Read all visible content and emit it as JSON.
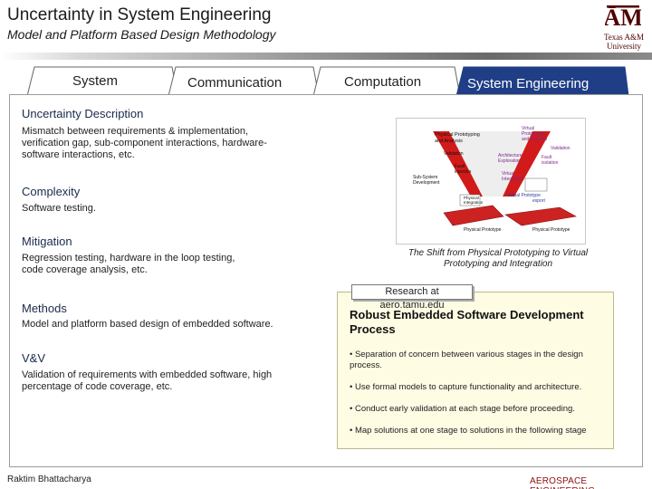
{
  "header": {
    "title": "Uncertainty in System Engineering",
    "subtitle": "Model and Platform Based Design Methodology",
    "logo_line1": "Texas A&M",
    "logo_line2": "University"
  },
  "tabs": [
    {
      "label": "System",
      "active": false
    },
    {
      "label": "Communication",
      "active": false
    },
    {
      "label": "Computation",
      "active": false
    },
    {
      "label": "System Engineering",
      "active": true
    }
  ],
  "sections": {
    "uncertainty": {
      "heading": "Uncertainty Description",
      "body": [
        "Mismatch between requirements & implementation,",
        "verification gap, sub-component interactions, hardware-",
        "software interactions, etc."
      ]
    },
    "complexity": {
      "heading": "Complexity",
      "body": [
        "Software testing."
      ]
    },
    "mitigation": {
      "heading": "Mitigation",
      "body": [
        "Regression testing, hardware in the loop testing,",
        "code coverage analysis, etc."
      ]
    },
    "methods": {
      "heading": "Methods",
      "body": [
        "Model and platform based design of embedded software."
      ]
    },
    "vv": {
      "heading": "V&V",
      "body": [
        "Validation of requirements with embedded software, high",
        "percentage of code coverage, etc."
      ]
    }
  },
  "figure": {
    "caption_line1": "The Shift from Physical Prototyping to Virtual",
    "caption_line2": "Prototyping and Integration",
    "labels": {
      "physical_proto": "Physical Prototyping",
      "and_analysis": "and Analysis",
      "validation_l": "Validation",
      "fault_injection": "Fault",
      "injection": "injection",
      "subsystem": "Sub-System",
      "development": "Development",
      "physical_int": "Physical",
      "integration": "Integration",
      "physical_prototype": "Physical Prototype",
      "virtual_proto": "Virtual",
      "prototyping": "Prototyping",
      "and_analysis_r": "and Analysis",
      "validation_r": "Validation",
      "architecture": "Architecture",
      "exploration": "Exploration",
      "fault_isolation": "Fault",
      "isolation": "isolation",
      "virtual_int": "Virtual",
      "integration_r": "Integration",
      "virtual_proto_export": "Virtual Prototype",
      "export": "export",
      "physical_prototype_r": "Physical Prototype"
    }
  },
  "research_label": "Research at aero.tamu.edu",
  "robust": {
    "title_line1": "Robust Embedded Software Development",
    "title_line2": "Process",
    "bullets": [
      [
        "• Separation of concern between various stages in the  design",
        "   process."
      ],
      [
        "• Use formal models to capture functionality and architecture."
      ],
      [
        "• Conduct early validation at each stage before proceeding."
      ],
      [
        "• Map solutions at one stage to solutions in the following stage"
      ]
    ]
  },
  "footer": {
    "author": "Raktim Bhattacharya",
    "department": "AEROSPACE ENGINEERING"
  },
  "colors": {
    "maroon": "#500000",
    "tab_active": "#1f3e86",
    "footer_red": "#8b1010",
    "yellow_box": "#fffce4"
  }
}
